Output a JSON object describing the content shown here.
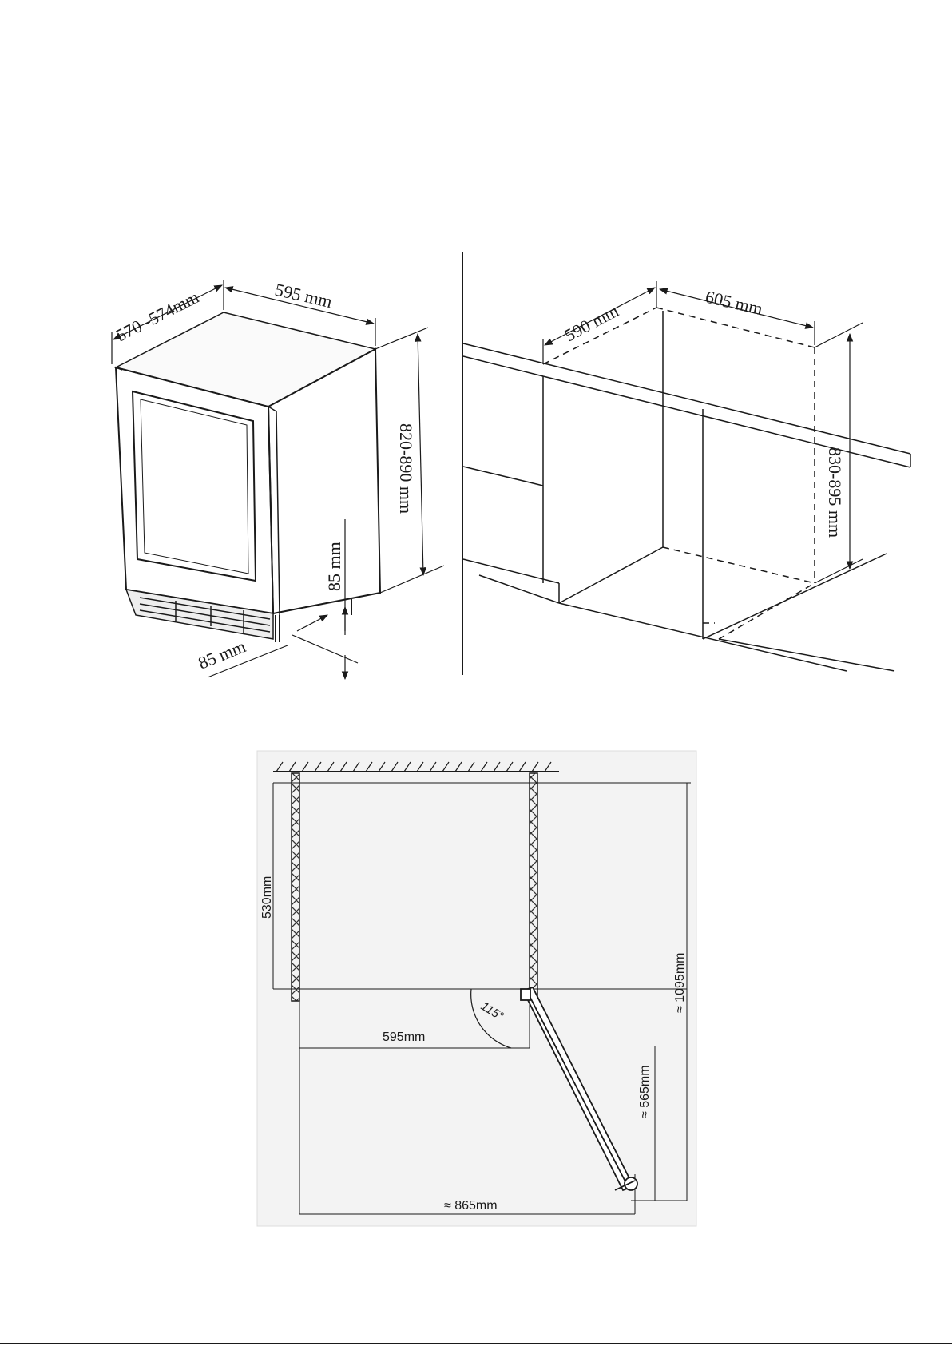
{
  "cabinet_view": {
    "depth_label": "570 -574mm",
    "width_label": "595 mm",
    "height_label": "820-890 mm",
    "plinth_height_label": "85 mm",
    "plinth_depth_label": "85 mm"
  },
  "niche_view": {
    "depth_label": "590 mm",
    "width_label": "605 mm",
    "height_label": "830-895 mm"
  },
  "plan_view": {
    "depth_label": "530mm",
    "width_label": "595mm",
    "angle_label": "115°",
    "door_length_label": "≈ 565mm",
    "overall_depth_label": "≈ 1095mm",
    "overall_width_label": "≈ 865mm"
  }
}
